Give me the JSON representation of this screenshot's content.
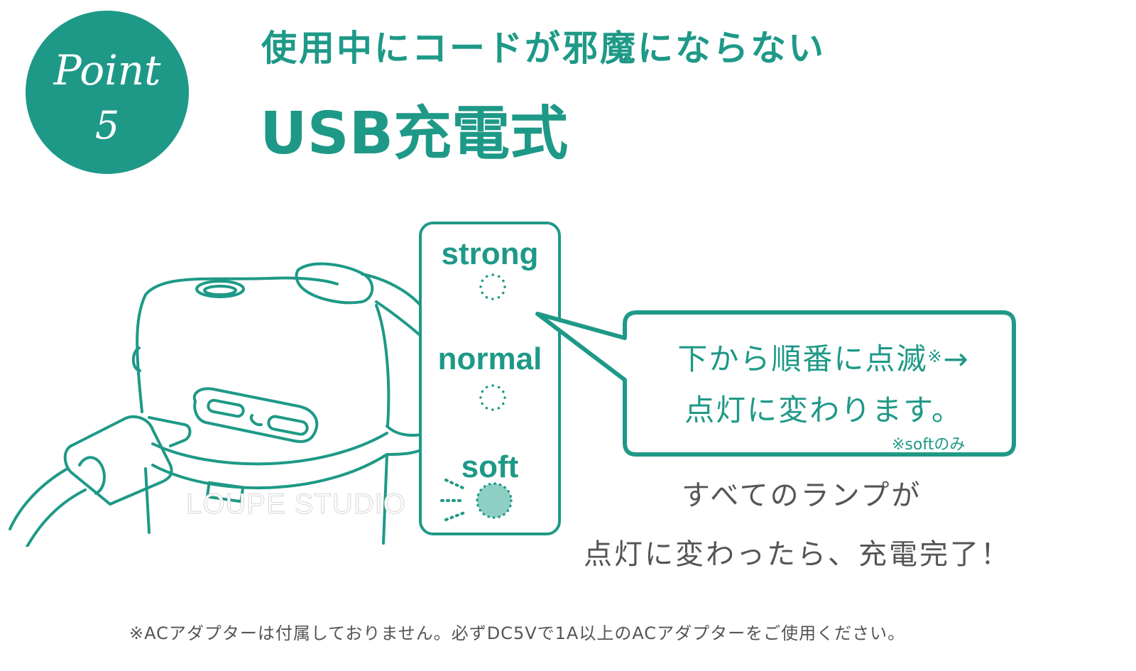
{
  "badge": {
    "word": "Point",
    "number": "5",
    "color": "#1e9987"
  },
  "header": {
    "subtitle": "使用中にコードが邪魔にならない",
    "title": "USB充電式"
  },
  "illustration": {
    "subject": "usb-charging-device",
    "watermark": "LOUPE STUDIO"
  },
  "indicator_panel": {
    "modes": [
      {
        "label": "strong",
        "lamp_state": "off"
      },
      {
        "label": "normal",
        "lamp_state": "off"
      },
      {
        "label": "soft",
        "lamp_state": "blinking"
      }
    ]
  },
  "bubble": {
    "line1": "下から順番に点滅",
    "line1_mark": "※",
    "line1_arrow": "→",
    "line2": "点灯に変わります。",
    "note": "※softのみ"
  },
  "completion": {
    "line1": "すべてのランプが",
    "line2": "点灯に変わったら、充電完了！"
  },
  "footnote": "※ACアダプターは付属しておりません。必ずDC5Vで1A以上のACアダプターをご使用ください。",
  "colors": {
    "accent": "#1e9987",
    "lamp_fill": "#8fcfc3",
    "text_gray": "#555555"
  }
}
